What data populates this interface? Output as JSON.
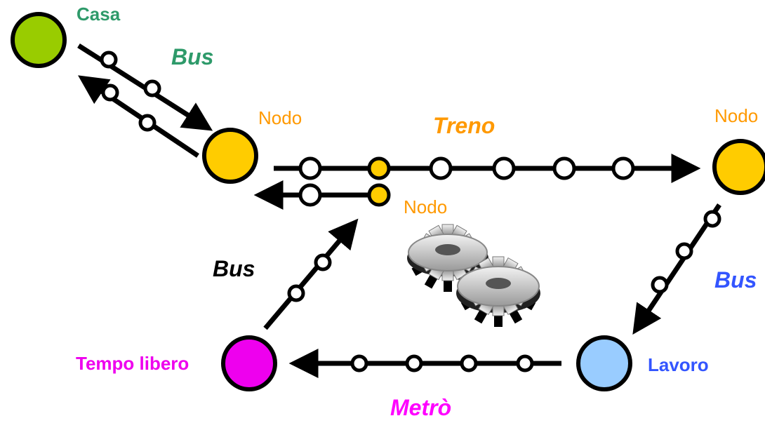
{
  "nodes": {
    "casa": {
      "label": "Casa",
      "color": "#99cc00"
    },
    "nodo_left": {
      "label": "Nodo",
      "color": "#ffcc00"
    },
    "nodo_right": {
      "label": "Nodo",
      "color": "#ffcc00"
    },
    "nodo_mid": {
      "label": "Nodo",
      "color": "#ffcc00"
    },
    "tempo_libero": {
      "label": "Tempo libero",
      "color": "#ee00ee"
    },
    "lavoro": {
      "label": "Lavoro",
      "color": "#99ccff"
    }
  },
  "routes": {
    "bus_top": {
      "label": "Bus",
      "color": "#2e9a6a"
    },
    "treno": {
      "label": "Treno",
      "color": "#ff9900"
    },
    "bus_right": {
      "label": "Bus",
      "color": "#3355ff"
    },
    "metro": {
      "label": "Metrò",
      "color": "#ff00ff"
    },
    "bus_left": {
      "label": "Bus",
      "color": "#000000"
    }
  },
  "icons": {
    "center": "gears-icon"
  },
  "colors": {
    "line": "#000000",
    "stop": "#ffffff"
  }
}
